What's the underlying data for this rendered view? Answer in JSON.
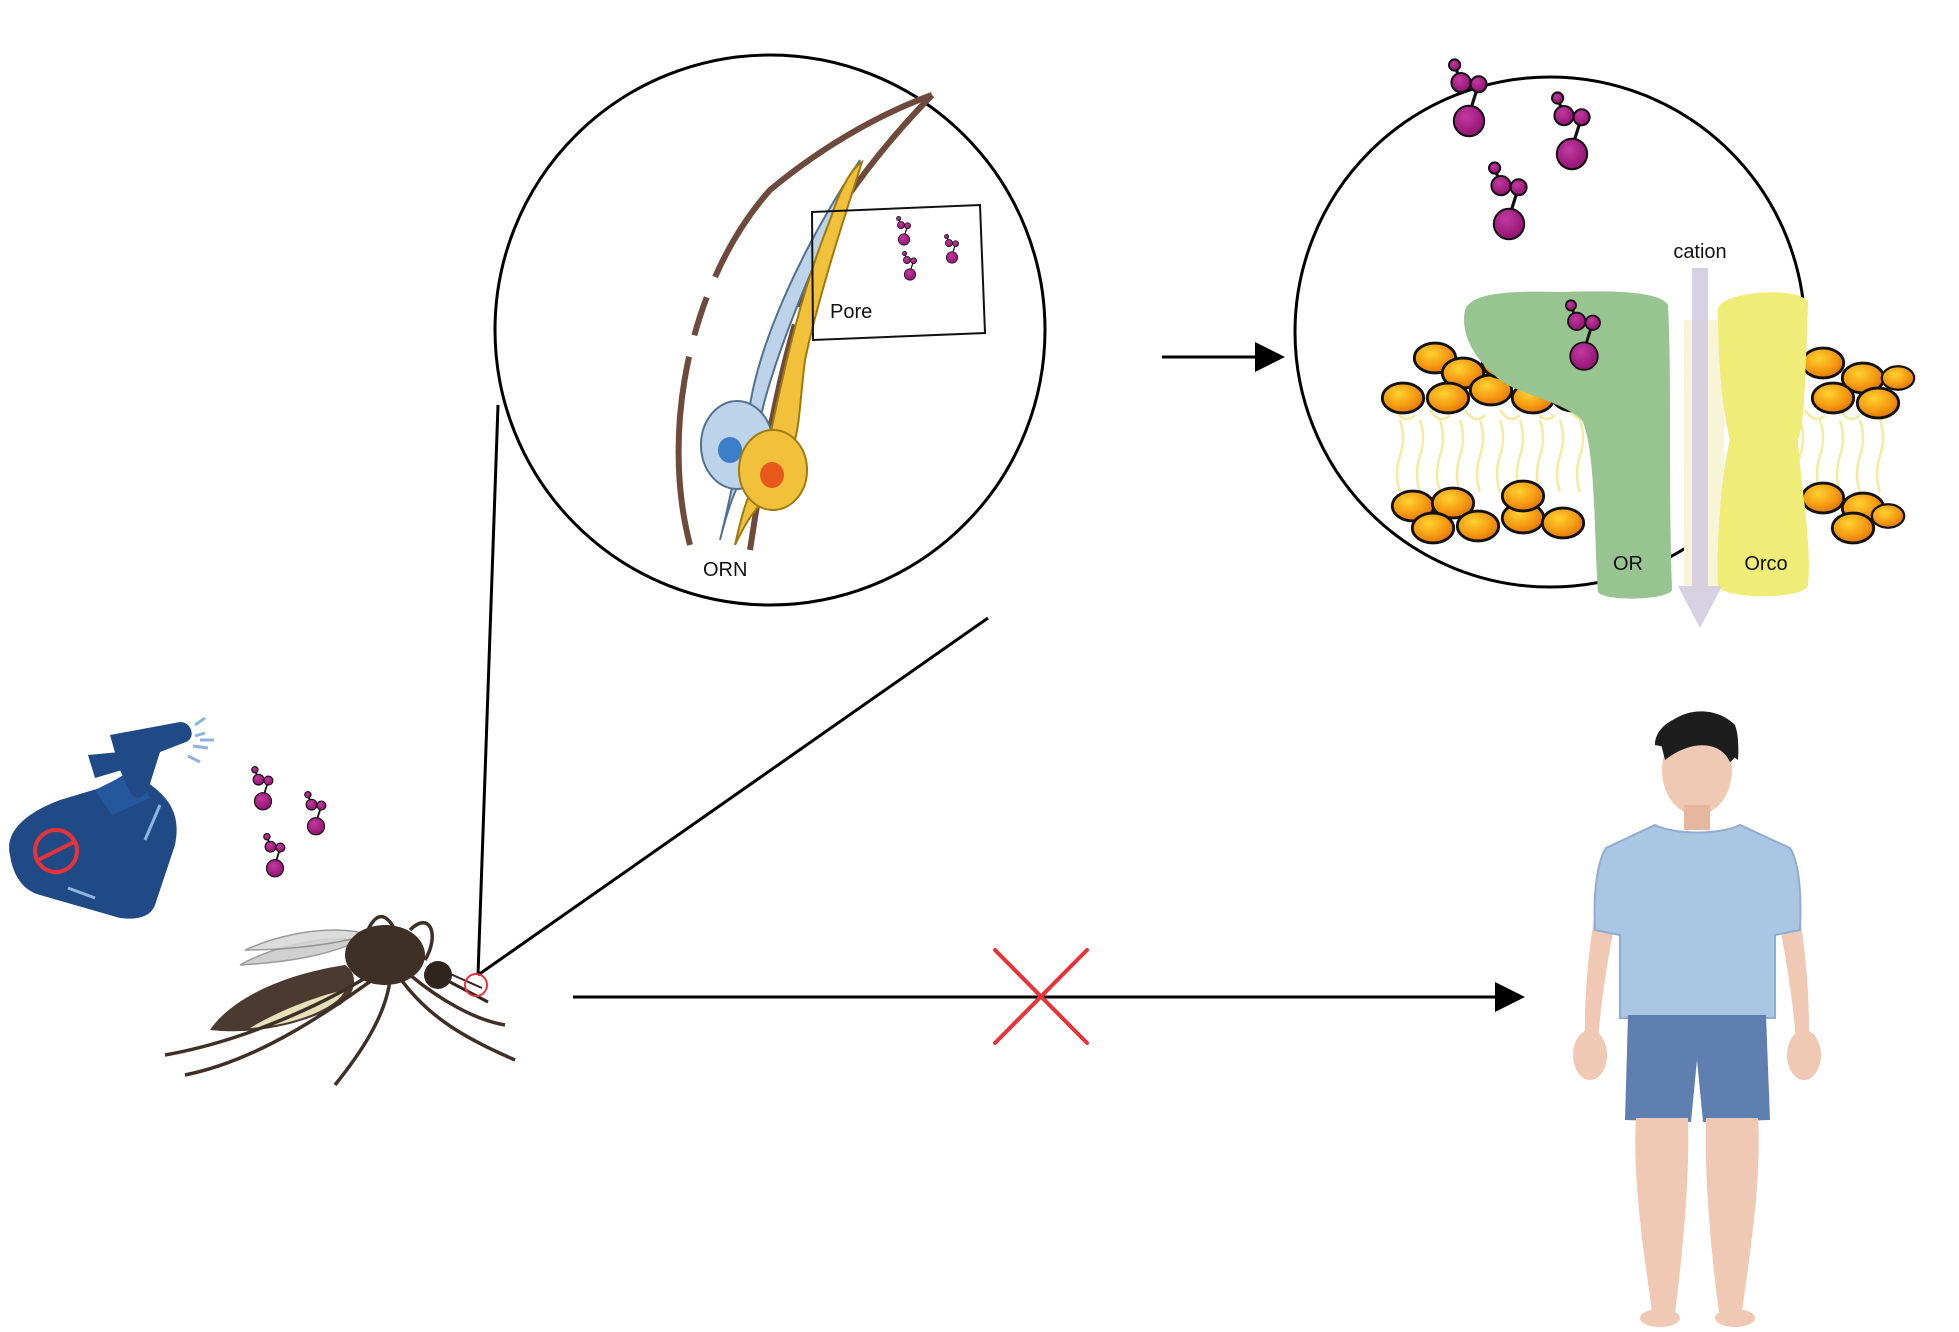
{
  "labels": {
    "orn": "ORN",
    "pore": "Pore",
    "cation": "cation",
    "or": "OR",
    "orco": "Orco"
  },
  "colors": {
    "odorant_molecule": "#a1137d",
    "sensillum_wall": "#6e4a3c",
    "orn_blue": "#bcd3ea",
    "orn_yellow": "#f2c13b",
    "or_protein": "#97c490",
    "orco_protein": "#efec78",
    "cation_arrow": "#d3cde0",
    "lipid_head": "#f49a1c",
    "lipid_tail": "#f3eba0",
    "blocked_cross": "#e8323a",
    "spray_bottle": "#1f4a86"
  },
  "icons": [
    "spray-bottle-icon",
    "mosquito-icon",
    "human-figure-icon",
    "odorant-molecule-icon",
    "blocked-cross-icon"
  ]
}
